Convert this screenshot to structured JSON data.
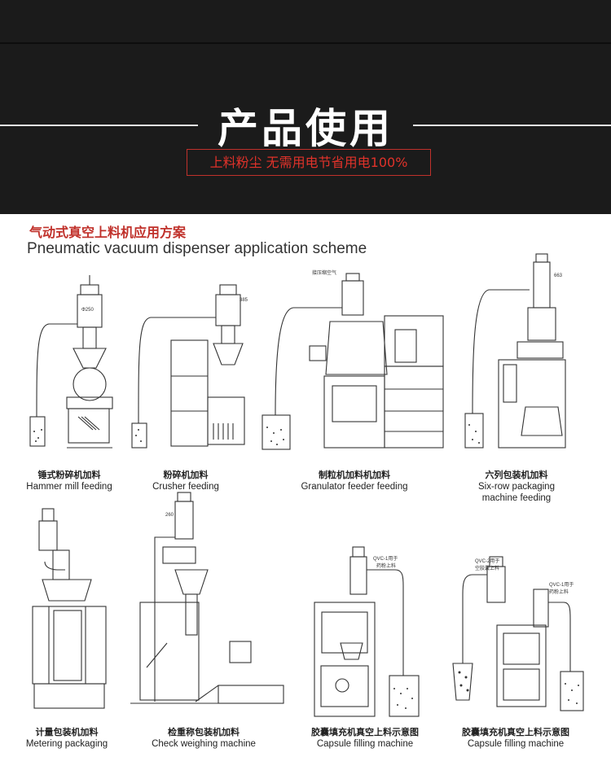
{
  "banner": {
    "title": "产品使用",
    "subtitle": "上料粉尘 无需用电节省用电100%"
  },
  "section": {
    "title_cn": "气动式真空上料机应用方案",
    "title_en": "Pneumatic vacuum dispenser application scheme"
  },
  "items": [
    {
      "cn": "锤式粉碎机加料",
      "en": "Hammer mill feeding"
    },
    {
      "cn": "粉碎机加料",
      "en": "Crusher feeding"
    },
    {
      "cn": "制粒机加料机加料",
      "en": "Granulator feeder feeding"
    },
    {
      "cn": "六列包装机加料",
      "en": "Six-row packaging machine feeding"
    },
    {
      "cn": "计量包装机加料",
      "en": "Metering packaging"
    },
    {
      "cn": "检重称包装机加料",
      "en": "Check weighing machine"
    },
    {
      "cn": "胶囊填充机真空上料示意图",
      "en": "Capsule filling machine"
    },
    {
      "cn": "胶囊填充机真空上料示意图",
      "en": "Capsule filling machine"
    }
  ],
  "annotations": {
    "compressed_air": "接压缩空气",
    "qvc1_a": "QVC-1用于",
    "qvc1_a2": "药粉上料",
    "qvc2": "QVC-2用于",
    "qvc2_b": "空胶囊上料",
    "qvc1_b": "QVC-1用于",
    "qvc1_b2": "药粉上料",
    "dim_250": "Φ250",
    "dim_385": "385",
    "dim_663": "663",
    "dim_260": "260"
  }
}
